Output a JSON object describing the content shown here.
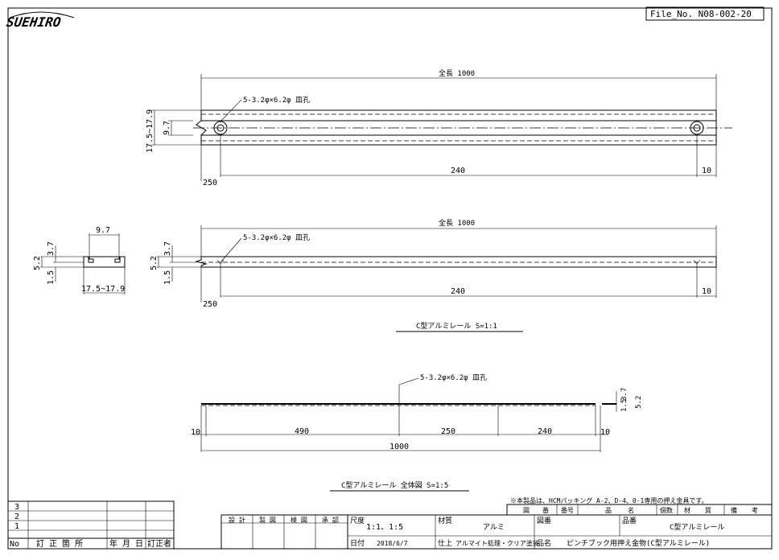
{
  "header": {
    "logo_text": "SUEHIRO",
    "file_no": "File_No. N08-002-20"
  },
  "top_view": {
    "overall_length": "全長 1000",
    "hole_callout": "5-3.2φ×6.2φ 皿孔",
    "dim_width": "17.5~17.9",
    "dim_slot": "9.7",
    "dim_left": "250",
    "dim_middle": "240",
    "dim_right": "10"
  },
  "section_view": {
    "dim_top_width": "9.7",
    "dim_height_total": "5.2",
    "dim_height_upper": "3.7",
    "dim_height_lower": "1.5",
    "dim_bottom_width": "17.5~17.9"
  },
  "side_view": {
    "overall_length": "全長 1000",
    "hole_callout": "5-3.2φ×6.2φ 皿孔",
    "dim_height_total": "5.2",
    "dim_height_upper": "3.7",
    "dim_height_lower": "1.5",
    "dim_left": "250",
    "dim_middle": "240",
    "dim_right": "10"
  },
  "view_title_1": "C型アルミレール S=1:1",
  "full_view": {
    "hole_callout": "5-3.2φ×6.2φ 皿孔",
    "dim_end_left": "10",
    "dim_seg_1": "490",
    "dim_seg_2": "250",
    "dim_seg_3": "240",
    "dim_end_right": "10",
    "dim_total": "1000",
    "dim_h_lower": "1.5",
    "dim_h_upper": "3.7",
    "dim_h_total": "5.2"
  },
  "view_title_2": "C型アルミレール 全体図 S=1:5",
  "note": "※本製品は、HCMパッキング A-2、D-4、0-1専用の押え金具です。",
  "parts_table_headers": [
    "図",
    "番",
    "番号",
    "品",
    "名",
    "個数",
    "材",
    "質",
    "備",
    "考"
  ],
  "revision_table": {
    "rows": [
      "3",
      "2",
      "1"
    ],
    "header": [
      "No",
      "訂 正 箇 所",
      "年 月 日",
      "訂正者"
    ]
  },
  "title_block": {
    "sign_labels": [
      "設 計",
      "製 図",
      "検 図",
      "承 認"
    ],
    "scale_label": "尺度",
    "scale_value": "1:1、1:5",
    "material_label": "材質",
    "material_value": "アルミ",
    "drawing_no_label": "図番",
    "part_no_label": "品番",
    "part_no_value": "C型アルミレール",
    "date_label": "日付",
    "date_value": "2018/6/7",
    "finish_label": "仕上",
    "finish_value": "アルマイト処理・クリア塗装",
    "name_label": "品名",
    "name_value": "ピンチブック用押え金物(C型アルミレール)"
  }
}
